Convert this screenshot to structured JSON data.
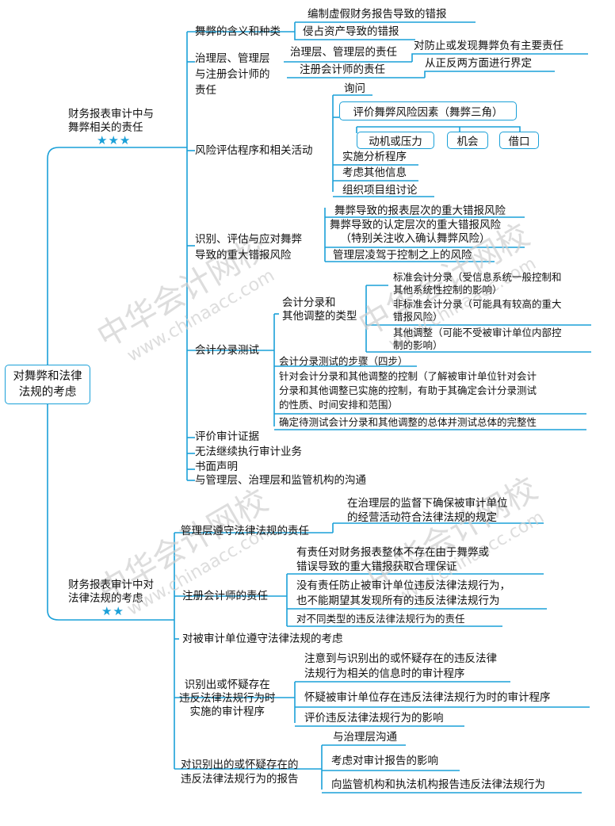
{
  "root": "对舞弊和法律法规的考虑",
  "branch1": {
    "title_l1": "财务报表审计中与",
    "title_l2": "舞弊相关的责任",
    "stars": "★★★"
  },
  "branch2": {
    "title_l1": "财务报表审计中对",
    "title_l2": "法律法规的考虑",
    "stars": "★★"
  },
  "b1": {
    "n1": {
      "label": "舞弊的含义和种类",
      "c1": "编制虚假财务报告导致的错报",
      "c2": "侵占资产导致的错报"
    },
    "n2": {
      "label_l1": "治理层、管理层",
      "label_l2": "与注册会计师的",
      "label_l3": "责任",
      "c1": "治理层、管理层的责任",
      "c1a": "对防止或发现舞弊负有主要责任",
      "c2": "注册会计师的责任",
      "c2a": "从正反两方面进行界定"
    },
    "n3": {
      "label": "风险评估程序和相关活动",
      "c1": "询问",
      "c2": "评价舞弊风险因素（舞弊三角）",
      "c2a": "动机或压力",
      "c2b": "机会",
      "c2c": "借口",
      "c3": "实施分析程序",
      "c4": "考虑其他信息",
      "c5": "组织项目组讨论"
    },
    "n4": {
      "label_l1": "识别、评估与应对舞弊",
      "label_l2": "导致的重大错报风险",
      "c1": "舞弊导致的报表层次的重大错报风险",
      "c2_l1": "舞弊导致的认定层次的重大错报风险",
      "c2_l2": "（特别关注收入确认舞弊风险）",
      "c3": "管理层凌驾于控制之上的风险"
    },
    "n5": {
      "label": "会计分录测试",
      "s1_l1": "会计分录和",
      "s1_l2": "其他调整的类型",
      "s1a_l1": "标准会计分录（受信息系统一般控制和",
      "s1a_l2": "其他系统性控制的影响）",
      "s1b_l1": "非标准会计分录（可能具有较高的重大",
      "s1b_l2": "错报风险）",
      "s1c_l1": "其他调整（可能不受被审计单位内部控",
      "s1c_l2": "制的影响）",
      "s2": "会计分录测试的步骤（四步）",
      "s3_l1": "针对会计分录和其他调整的控制（了解被审计单位针对会计",
      "s3_l2": "分录和其他调整已实施的控制，有助于其确定会计分录测试",
      "s3_l3": "的性质、时间安排和范围）",
      "s4": "确定待测试会计分录和其他调整的总体并测试总体的完整性"
    },
    "n6": "评价审计证据",
    "n7": "无法继续执行审计业务",
    "n8": "书面声明",
    "n9": "与管理层、治理层和监管机构的沟通"
  },
  "b2": {
    "n1": {
      "label": "管理层遵守法律法规的责任",
      "c1_l1": "在治理层的监督下确保被审计单位",
      "c1_l2": "的经营活动符合法律法规的规定"
    },
    "n2": {
      "label": "注册会计师的责任",
      "c1_l1": "有责任对财务报表整体不存在由于舞弊或",
      "c1_l2": "错误导致的重大错报获取合理保证",
      "c2_l1": "没有责任防止被审计单位违反法律法规行为，",
      "c2_l2": "也不能期望其发现所有的违反法律法规行为",
      "c3": "对不同类型的违反法律法规行为的责任"
    },
    "n3": "对被审计单位遵守法律法规的考虑",
    "n4": {
      "label_l1": "识别出或怀疑存在",
      "label_l2": "违反法律法规行为时",
      "label_l3": "实施的审计程序",
      "c1_l1": "注意到与识别出的或怀疑存在的违反法律",
      "c1_l2": "法规行为相关的信息时的审计程序",
      "c2": "怀疑被审计单位存在违反法律法规行为时的审计程序",
      "c3": "评价违反法律法规行为的影响"
    },
    "n5": {
      "label_l1": "对识别出的或怀疑存在的",
      "label_l2": "违反法律法规行为的报告",
      "c1": "与治理层沟通",
      "c2": "考虑对审计报告的影响",
      "c3": "向监管机构和执法机构报告违反法律法规行为"
    }
  },
  "watermark": {
    "cn": "中华会计网校",
    "url": "www.chinaacc.com"
  },
  "colors": {
    "line": "#1aa0d8",
    "text": "#111111",
    "watermark": "#cfcfcf"
  }
}
